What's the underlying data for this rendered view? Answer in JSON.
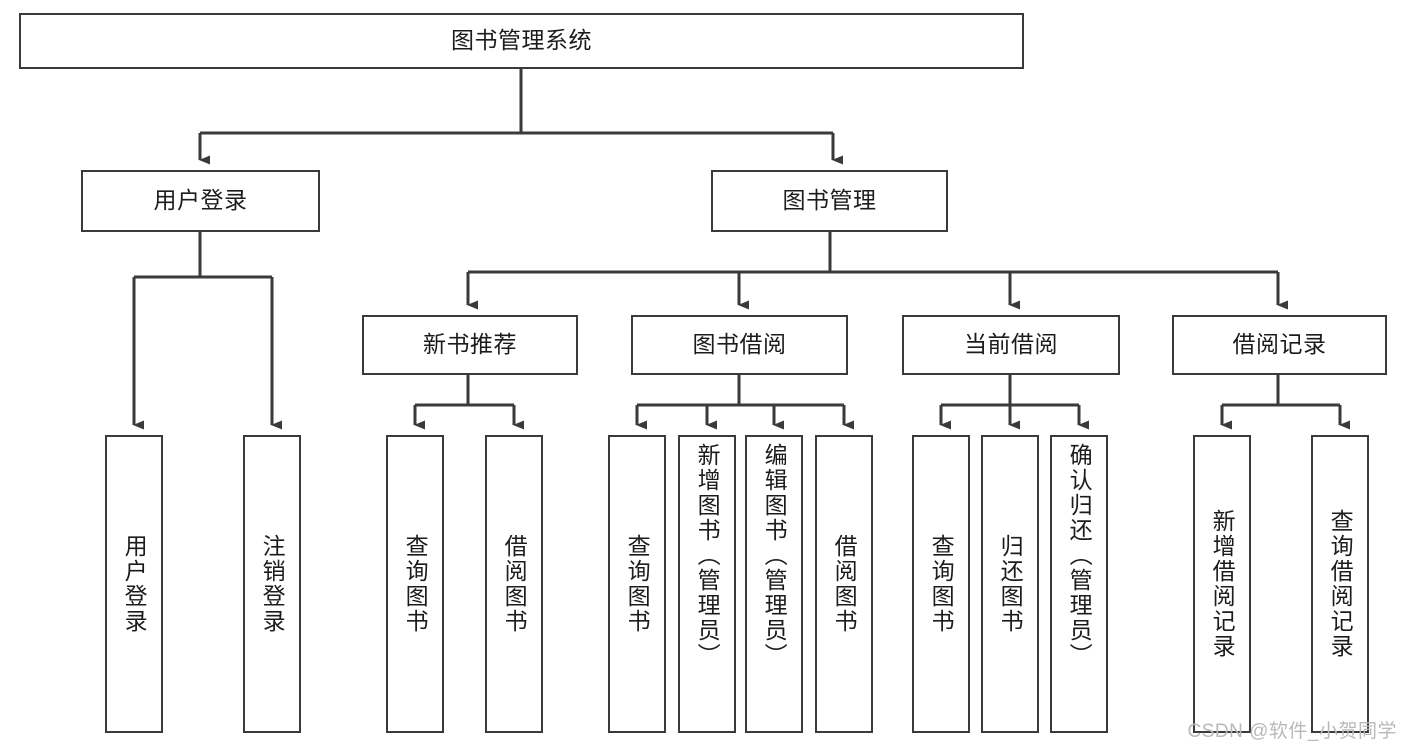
{
  "diagram": {
    "type": "tree-hierarchy-chart",
    "title": "图书管理系统",
    "colors": {
      "stroke": "#3a3a3a",
      "fill": "#ffffff",
      "text": "#1c1c1c",
      "watermark": "#b9b9b9"
    },
    "nodes": {
      "root": {
        "label": "图书管理系统"
      },
      "level1": [
        {
          "id": "user-login",
          "label": "用户登录"
        },
        {
          "id": "book-management",
          "label": "图书管理"
        }
      ],
      "level2": [
        {
          "id": "new-book-recommend",
          "label": "新书推荐"
        },
        {
          "id": "book-borrow",
          "label": "图书借阅"
        },
        {
          "id": "current-borrow",
          "label": "当前借阅"
        },
        {
          "id": "borrow-record",
          "label": "借阅记录"
        }
      ],
      "leaves": [
        {
          "id": "leaf-user-login",
          "label": "用户登录",
          "parent": "user-login"
        },
        {
          "id": "leaf-logout-login",
          "label": "注销登录",
          "parent": "user-login"
        },
        {
          "id": "leaf-query-book-1",
          "label": "查询图书",
          "parent": "new-book-recommend"
        },
        {
          "id": "leaf-borrow-book-1",
          "label": "借阅图书",
          "parent": "new-book-recommend"
        },
        {
          "id": "leaf-query-book-2",
          "label": "查询图书",
          "parent": "book-borrow"
        },
        {
          "id": "leaf-add-book",
          "label": "新增图书（管理员）",
          "parent": "book-borrow"
        },
        {
          "id": "leaf-edit-book",
          "label": "编辑图书（管理员）",
          "parent": "book-borrow"
        },
        {
          "id": "leaf-borrow-book-2",
          "label": "借阅图书",
          "parent": "book-borrow"
        },
        {
          "id": "leaf-query-book-3",
          "label": "查询图书",
          "parent": "current-borrow"
        },
        {
          "id": "leaf-return-book",
          "label": "归还图书",
          "parent": "current-borrow"
        },
        {
          "id": "leaf-confirm-return",
          "label": "确认归还（管理员）",
          "parent": "current-borrow"
        },
        {
          "id": "leaf-add-record",
          "label": "新增借阅记录",
          "parent": "borrow-record"
        },
        {
          "id": "leaf-query-record",
          "label": "查询借阅记录",
          "parent": "borrow-record"
        }
      ]
    },
    "watermark": "CSDN @软件_小贺同学"
  }
}
